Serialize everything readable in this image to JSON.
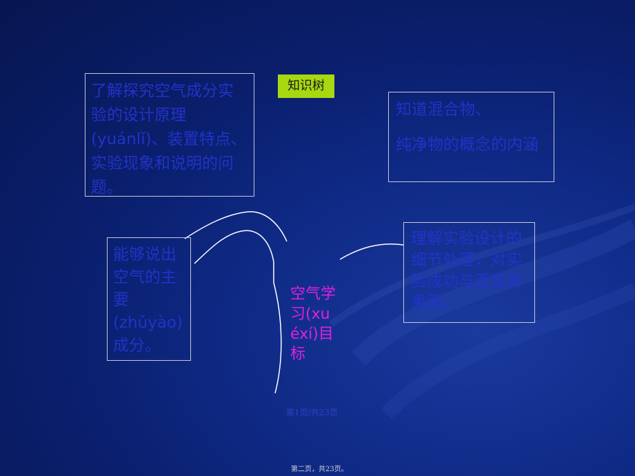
{
  "slide": {
    "tag": "知识树",
    "center_title": "空气学习(xuéxí)目标",
    "box_top_left": "了解探究空气成分实验的设计原理(yuánlǐ)、装置特点、实验现象和说明的问题。",
    "box_top_right_line1": "知道混合物、",
    "box_top_right_line2": "纯净物的概念的内涵",
    "box_mid_left": "能够说出空气的主要(zhǔyào)成分。",
    "box_mid_right": "理解实验设计的细节处理，对实验成功与否至关重要。",
    "page_info": "第1页/共23页",
    "page_footer": "第二页，共23页。"
  },
  "colors": {
    "background": "#0f2a86",
    "box_text": "#2233c8",
    "center_title": "#e020e0",
    "tag_bg": "#a8d810"
  }
}
